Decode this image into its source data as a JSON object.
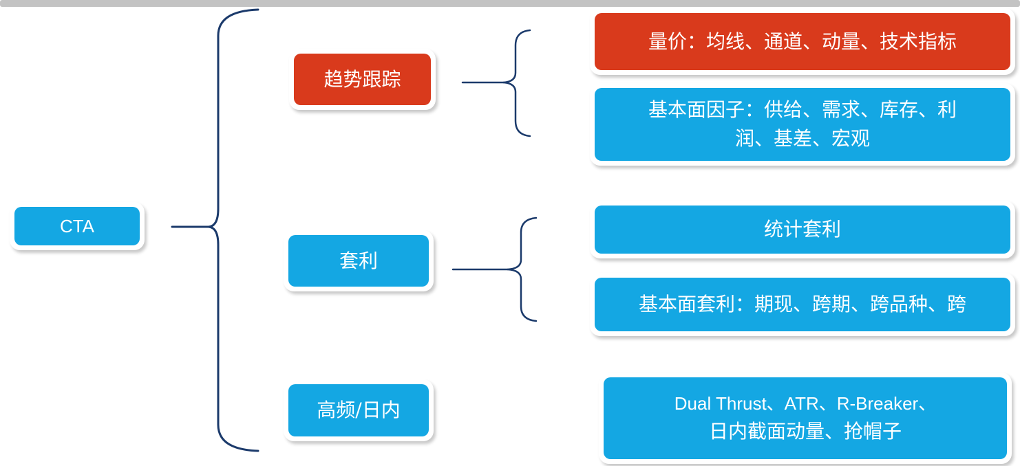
{
  "root": {
    "label": "CTA"
  },
  "branches": [
    {
      "label": "趋势跟踪",
      "color": "red",
      "children": [
        {
          "text": "量价：均线、通道、动量、技术指标",
          "color": "red"
        },
        {
          "lines": [
            "基本面因子：供给、需求、库存、利",
            "润、基差、宏观"
          ],
          "color": "blue"
        }
      ]
    },
    {
      "label": "套利",
      "color": "blue",
      "children": [
        {
          "text": "统计套利",
          "color": "blue"
        },
        {
          "text": "基本面套利：期现、跨期、跨品种、跨",
          "color": "blue"
        }
      ]
    },
    {
      "label": "高频/日内",
      "color": "blue",
      "children": [
        {
          "lines": [
            "Dual Thrust、ATR、R-Breaker、",
            "日内截面动量、抢帽子"
          ],
          "color": "blue"
        }
      ]
    }
  ],
  "colors": {
    "blue": "#14A7E3",
    "red": "#D93A1C",
    "brace": "#1B3A6B",
    "top_bar": "#C3C3C3",
    "text": "#FFFFFF"
  }
}
